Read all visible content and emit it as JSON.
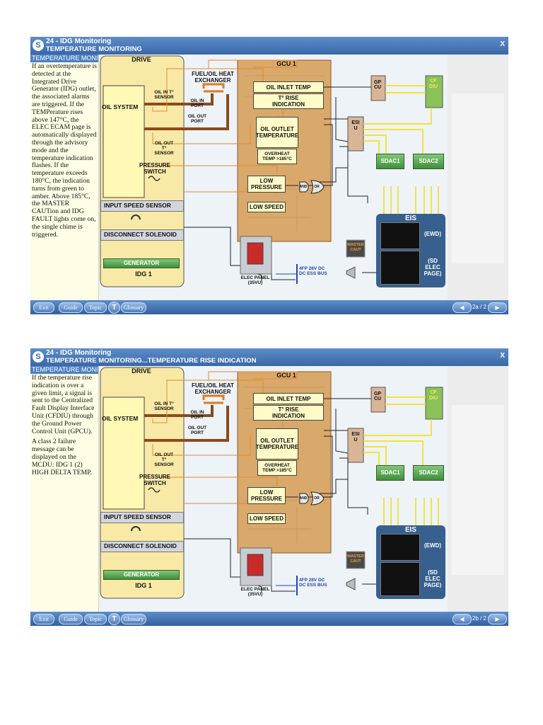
{
  "screens": [
    {
      "title_line1": "24 - IDG Monitoring",
      "title_line2": "TEMPERATURE MONITORING",
      "close": "X",
      "sidebar_head": "TEMPERATURE MONITO",
      "paragraphs": [
        "If an overtemperature is detected at the Integrated Drive Generator (IDG) outlet, the associated alarms are triggered. If the TEMPerature rises above 147°C, the ELEC ECAM page is automatically displayed through the advisory mode and the temperature indication flashes. If the temperature exceeds 180°C, the indication turns from green to amber. Above 185°C, the MASTER CAUTion and IDG FAULT lights come on, the single chime is triggered."
      ],
      "page": "2a / 2"
    },
    {
      "title_line1": "24 - IDG Monitoring",
      "title_line2": "TEMPERATURE MONITORING...TEMPERATURE RISE INDICATION",
      "close": "X",
      "sidebar_head": "TEMPERATURE MONITO",
      "paragraphs": [
        "If the temperature rise indication is over a given limit, a signal is sent to the Centralized Fault Display Interface Unit (CFDIU) through the Ground Power Control Unit (GPCU).",
        "A class 2 failure message can be displayed on the MCDU: IDG 1 (2) HIGH DELTA TEMP."
      ],
      "page": "2b / 2"
    }
  ],
  "buttons": {
    "exit": "Exit",
    "guide": "Guide",
    "topic": "Topic",
    "t": "T",
    "glossary": "Glossary",
    "prev": "◀",
    "next": "▶"
  },
  "diagram": {
    "drive": "DRIVE",
    "oil_system": "OIL SYSTEM",
    "oil_in_sensor": "OIL IN T° SENSOR",
    "oil_in_port": "OIL IN PORT",
    "oil_out_port": "OIL OUT PORT",
    "oil_out_sensor": "OIL OUT T° SENSOR",
    "pressure_switch": "PRESSURE SWITCH",
    "heat_exchanger": "FUEL/OIL HEAT EXCHANGER",
    "input_speed_sensor": "INPUT SPEED SENSOR",
    "disconnect_solenoid": "DISCONNECT SOLENOID",
    "generator": "GENERATOR",
    "idg1": "IDG 1",
    "gcu1": "GCU 1",
    "oil_inlet_temp": "OIL INLET TEMP",
    "t_rise": "T° RISE INDICATION",
    "oil_outlet_temp": "OIL OUTLET TEMPERATURE",
    "overheat": "OVERHEAT TEMP >185°C",
    "low_pressure": "LOW PRESSURE",
    "low_speed": "LOW SPEED",
    "and": "AND",
    "or": "OR",
    "gpcu": "GPCU",
    "cfdiu": "CFDIU",
    "esiu": "ESIU",
    "sdac1": "SDAC1",
    "sdac2": "SDAC2",
    "eis": "EIS",
    "ewd": "(EWD)",
    "sd": "(SD ELEC PAGE)",
    "master_caut": "MASTER CAUT",
    "elec_panel": "ELEC PANEL (35VU)",
    "bus": "4FP 28V DC DC ESS BUS"
  }
}
